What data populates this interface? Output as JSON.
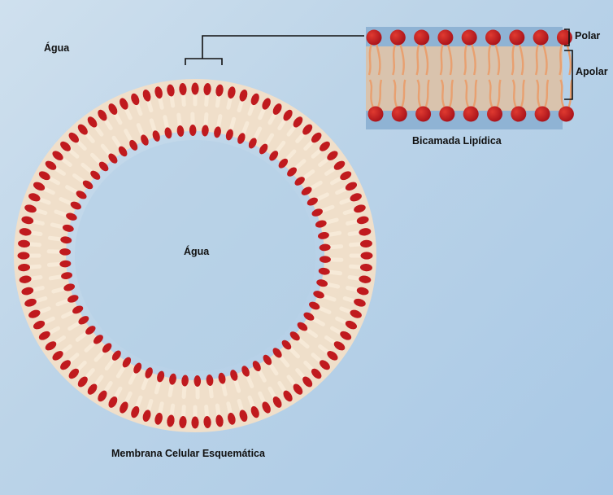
{
  "labels": {
    "outer_water": "Água",
    "inner_water": "Água",
    "membrane_caption": "Membrana Celular Esquemática",
    "bilayer_caption": "Bicamada Lipídica",
    "polar": "Polar",
    "apolar": "Apolar"
  },
  "colors": {
    "background": "#b7d0e6",
    "phospholipid_head": "#c01a1e",
    "lipid_tail": "#e8a070",
    "membrane_core": "#f4e4d0",
    "inset_background": "#8fb3d4"
  }
}
